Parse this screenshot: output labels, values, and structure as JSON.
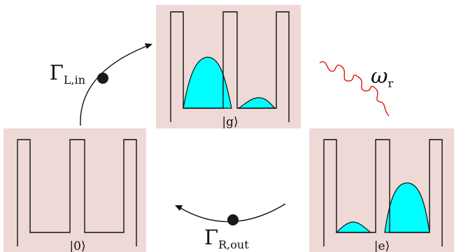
{
  "panels": {
    "zero": {
      "ket": "|0⟩"
    },
    "g": {
      "ket": "|g⟩"
    },
    "e": {
      "ket": "|e⟩"
    }
  },
  "rates": {
    "left_in": {
      "symbol": "Γ",
      "subscript": "L,in"
    },
    "right_out": {
      "symbol": "Γ",
      "subscript": "R,out"
    }
  },
  "photon": {
    "symbol": "ω",
    "subscript": "r"
  },
  "colors": {
    "panel_background": "#eed9d6",
    "wavefunction": "#00ffff",
    "photon": "#e3120b",
    "lines": "#111111"
  }
}
